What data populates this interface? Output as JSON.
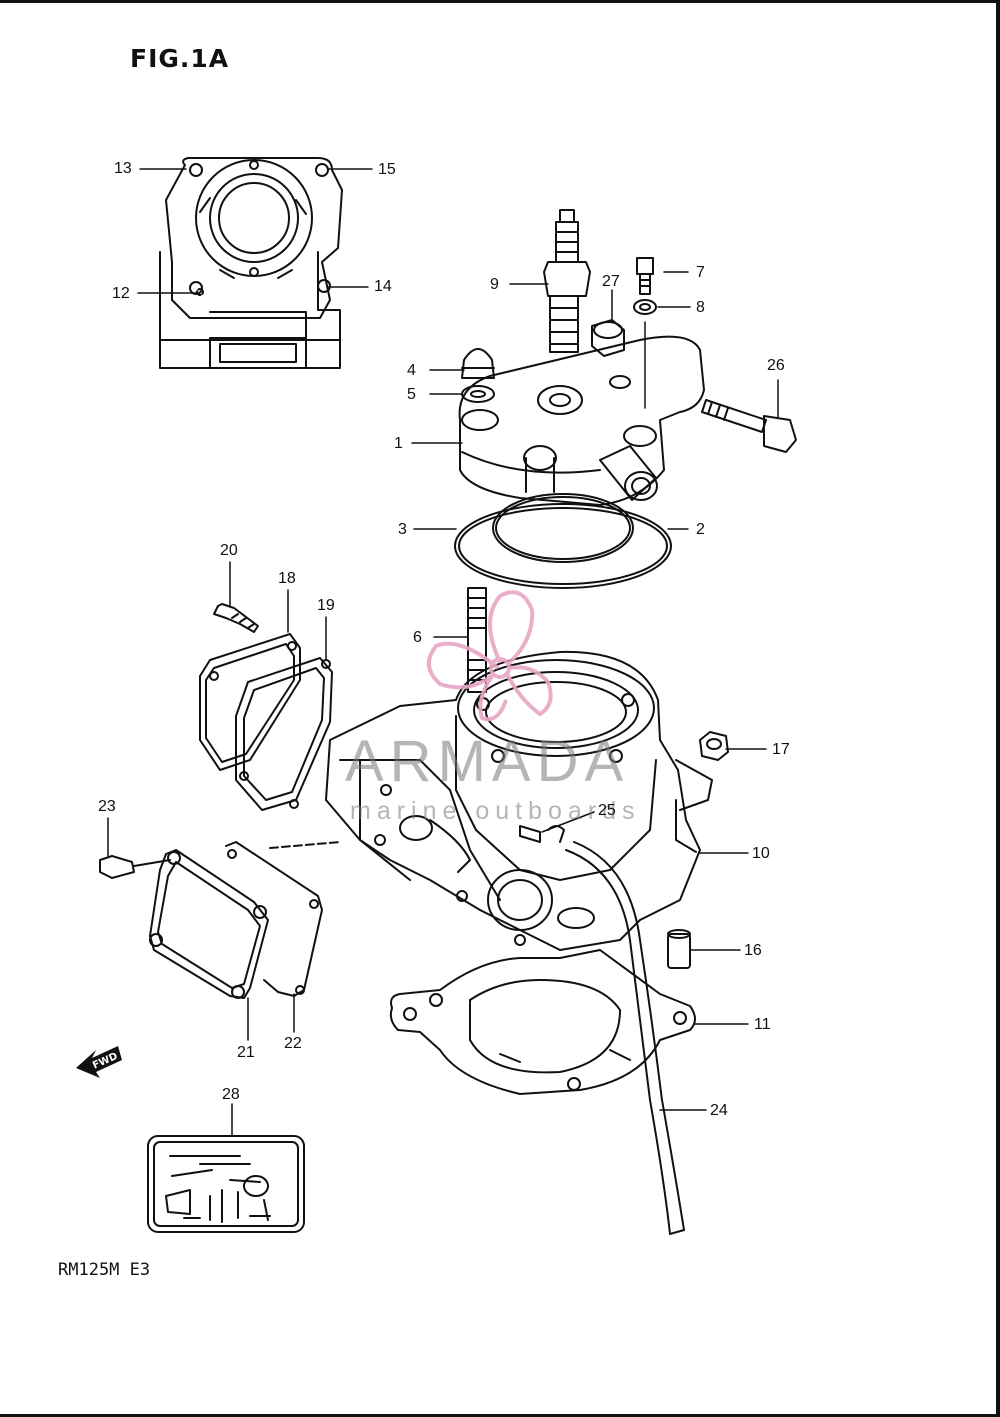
{
  "figure_title": "FIG.1A",
  "model_code": "RM125M E3",
  "fwd_label": "FWD",
  "watermark": {
    "brand": "ARMADA",
    "tagline": "marine outboards"
  },
  "callouts": [
    "1",
    "2",
    "3",
    "4",
    "5",
    "6",
    "7",
    "8",
    "9",
    "10",
    "11",
    "12",
    "13",
    "14",
    "15",
    "16",
    "17",
    "18",
    "19",
    "20",
    "21",
    "22",
    "23",
    "24",
    "25",
    "26",
    "27",
    "28"
  ],
  "colors": {
    "ink": "#111111",
    "logo_pink": "#e8a6c6",
    "watermark_gray": "#8a8a8a"
  }
}
